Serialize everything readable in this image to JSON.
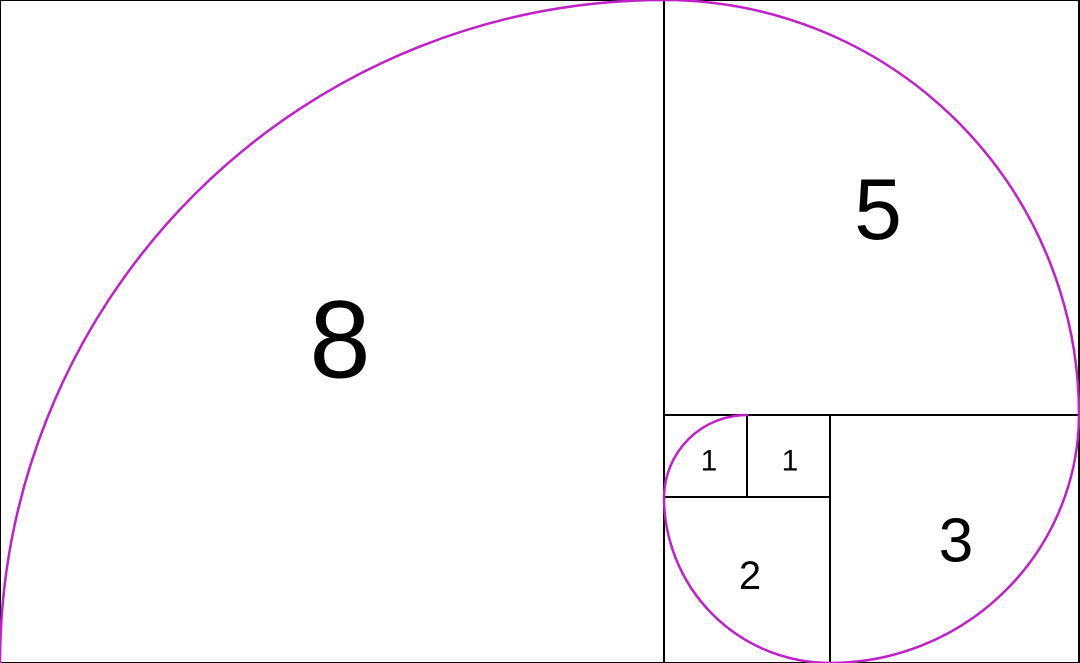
{
  "diagram": {
    "colors": {
      "spiral": "#c020c8",
      "lines": "#000000",
      "background": "#ffffff"
    },
    "squares": [
      {
        "id": "sq-8",
        "label": "8"
      },
      {
        "id": "sq-5",
        "label": "5"
      },
      {
        "id": "sq-3",
        "label": "3"
      },
      {
        "id": "sq-2",
        "label": "2"
      },
      {
        "id": "sq-1a",
        "label": "1"
      },
      {
        "id": "sq-1b",
        "label": "1"
      }
    ]
  }
}
